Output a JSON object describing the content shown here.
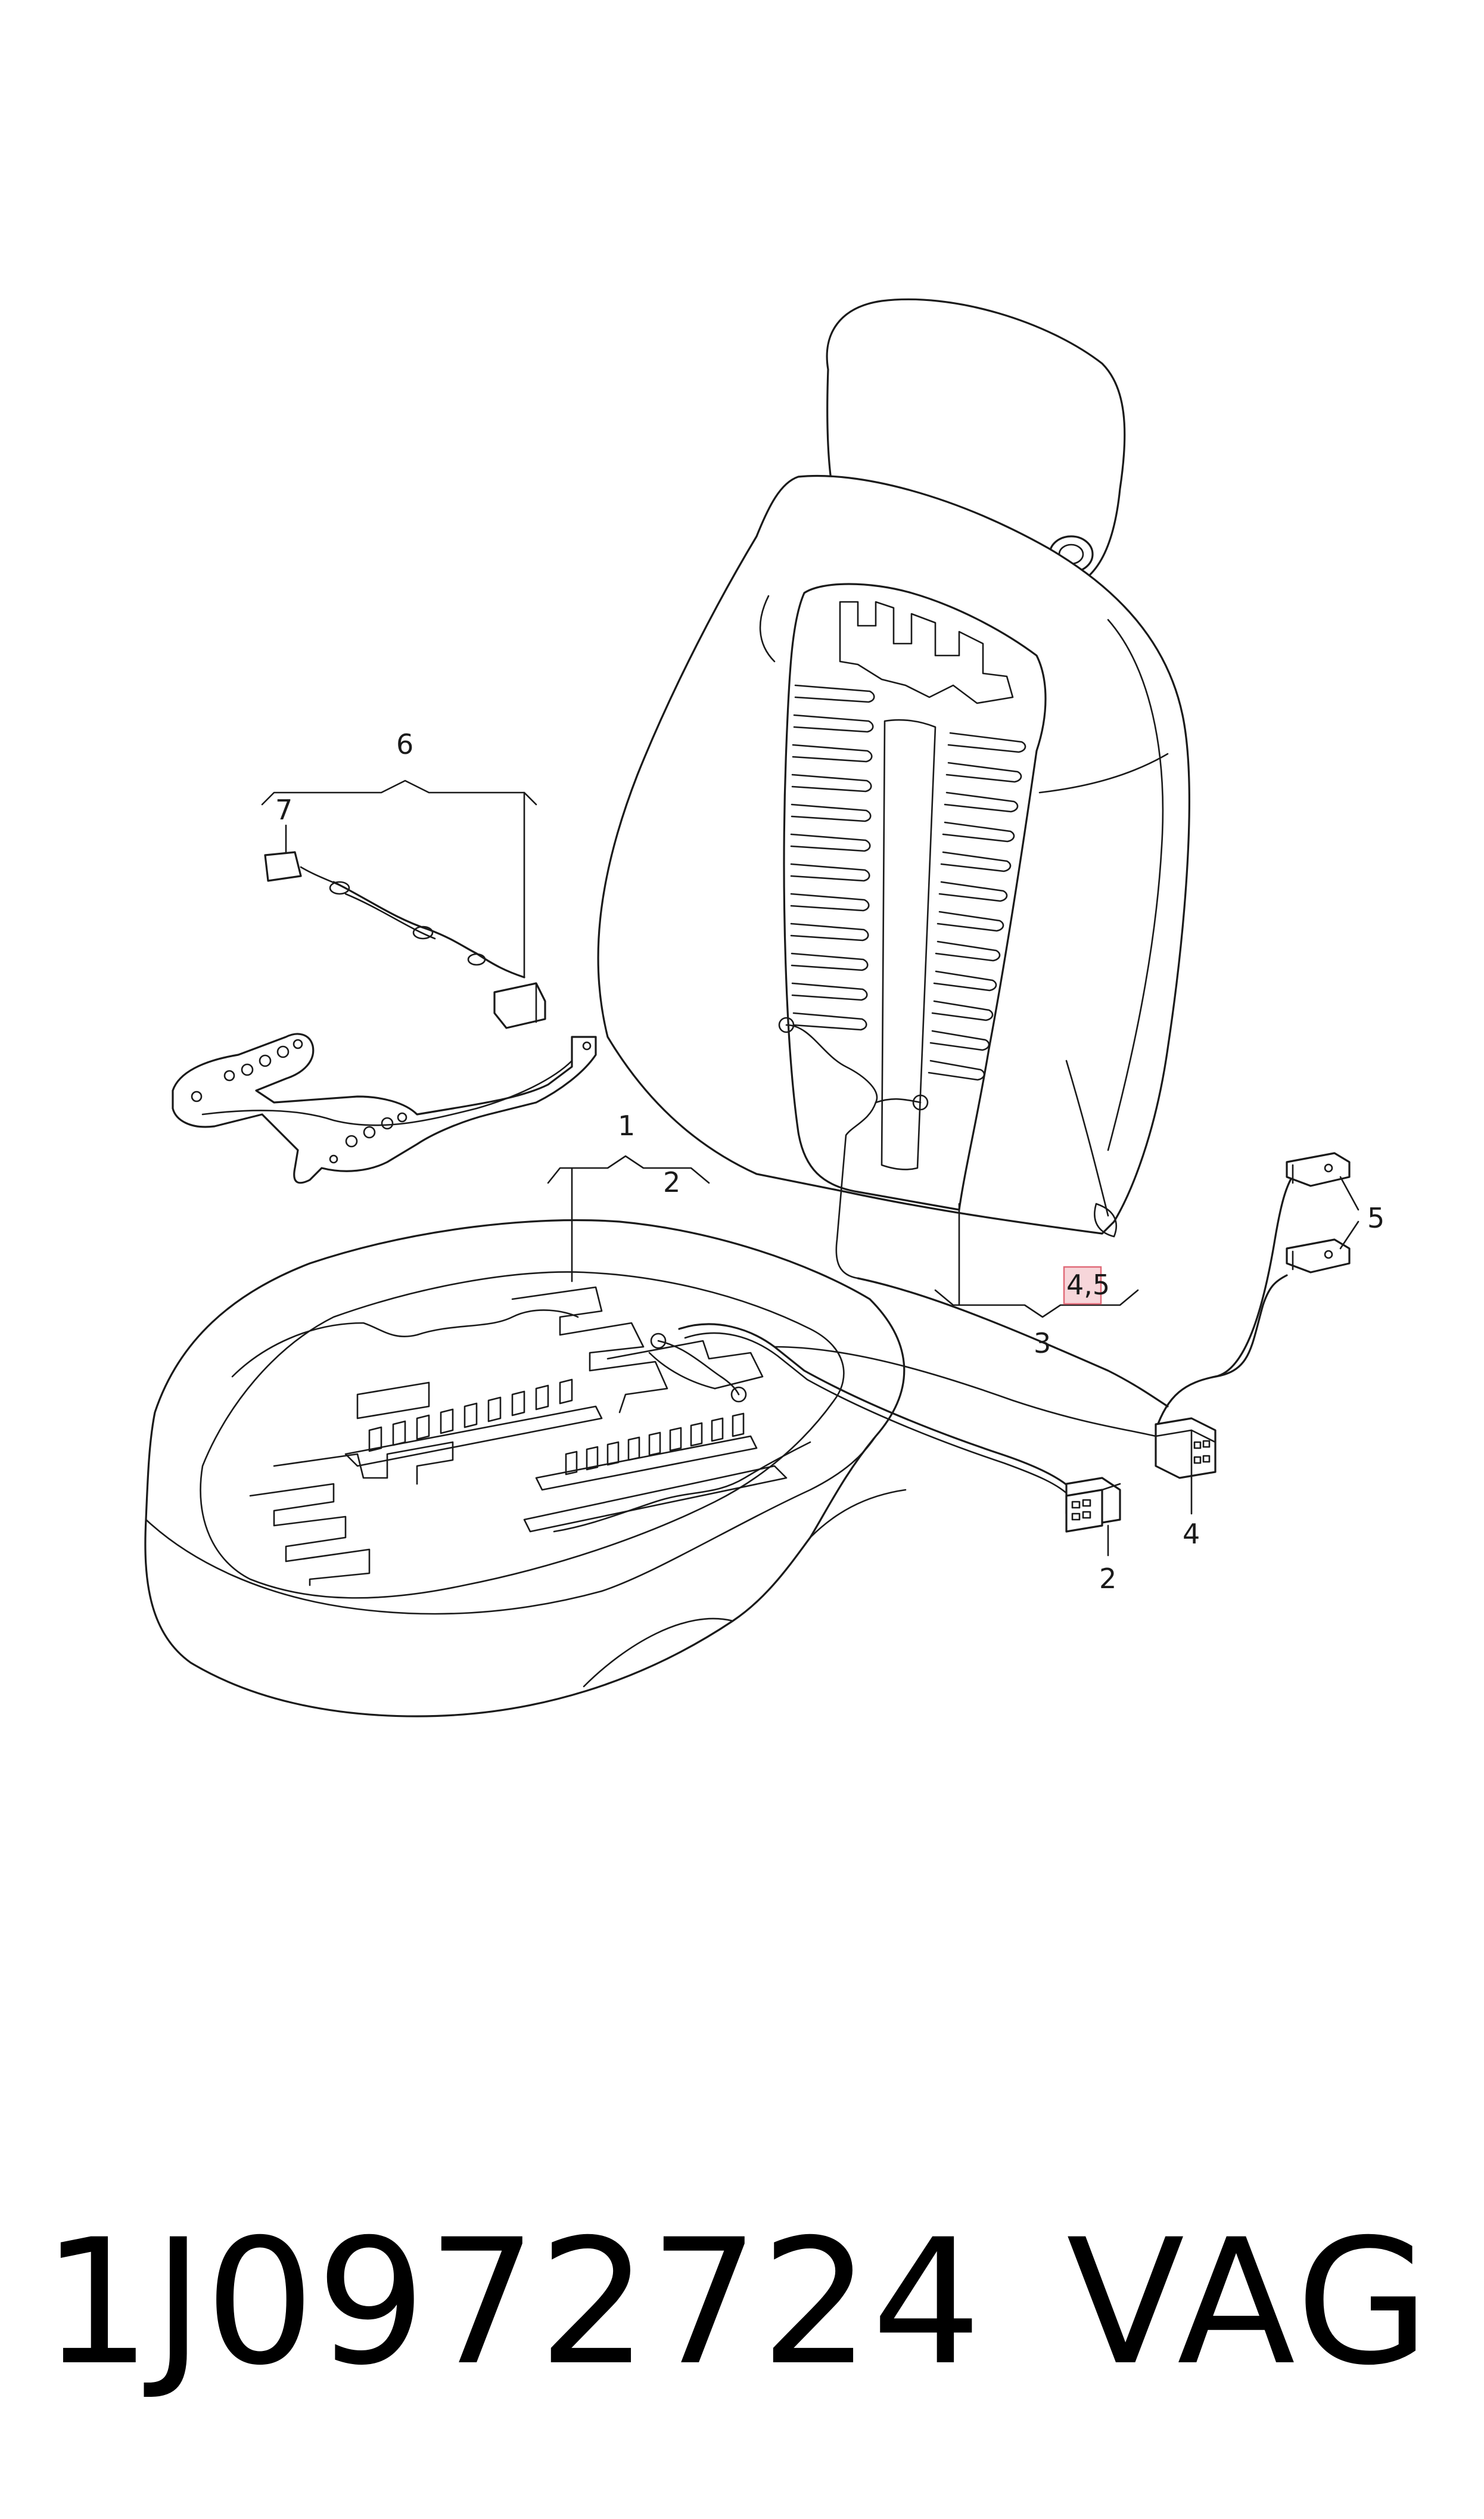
{
  "callouts": {
    "c1": "1",
    "c2a": "2",
    "c2b": "2",
    "c3": "3",
    "c45": "4,5",
    "c4": "4",
    "c5": "5",
    "c6": "6",
    "c7": "7"
  },
  "colors": {
    "line": "#1a1a1a",
    "highlight_fill": "#f7d6da",
    "highlight_stroke": "#e06a78"
  },
  "footer": {
    "part_number": "1J0972724",
    "brand": "VAG"
  }
}
